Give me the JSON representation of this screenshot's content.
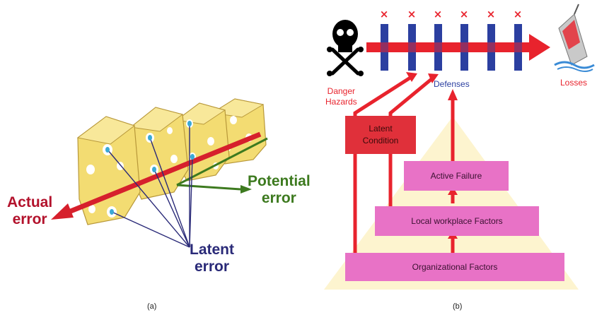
{
  "panel_a": {
    "caption": "(a)",
    "actual_error": [
      "Actual",
      "error"
    ],
    "potential_error": [
      "Potential",
      "error"
    ],
    "latent_error": [
      "Latent",
      "error"
    ]
  },
  "panel_b": {
    "caption": "(b)",
    "danger_hazards": [
      "Danger",
      "Hazards"
    ],
    "defenses": "Defenses",
    "losses": "Losses",
    "latent_condition": [
      "Latent",
      "Condition"
    ],
    "active_failure": "Active Failure",
    "local_workplace_factors": "Local workplace Factors",
    "organizational_factors": "Organizational Factors",
    "barrier_failure_marks": [
      "×",
      "×",
      "×",
      "×",
      "×",
      "×"
    ]
  },
  "colors": {
    "cheese": "#f3dc72",
    "arrow_red": "#e8232d",
    "actual_red": "#b3122c",
    "potential_green": "#3d7a1f",
    "latent_navy": "#2a2a78",
    "defense_blue": "#2b3fa0",
    "pink_box": "#e872c6",
    "latent_box": "#e0303a",
    "pyramid": "#fdf4cf"
  }
}
